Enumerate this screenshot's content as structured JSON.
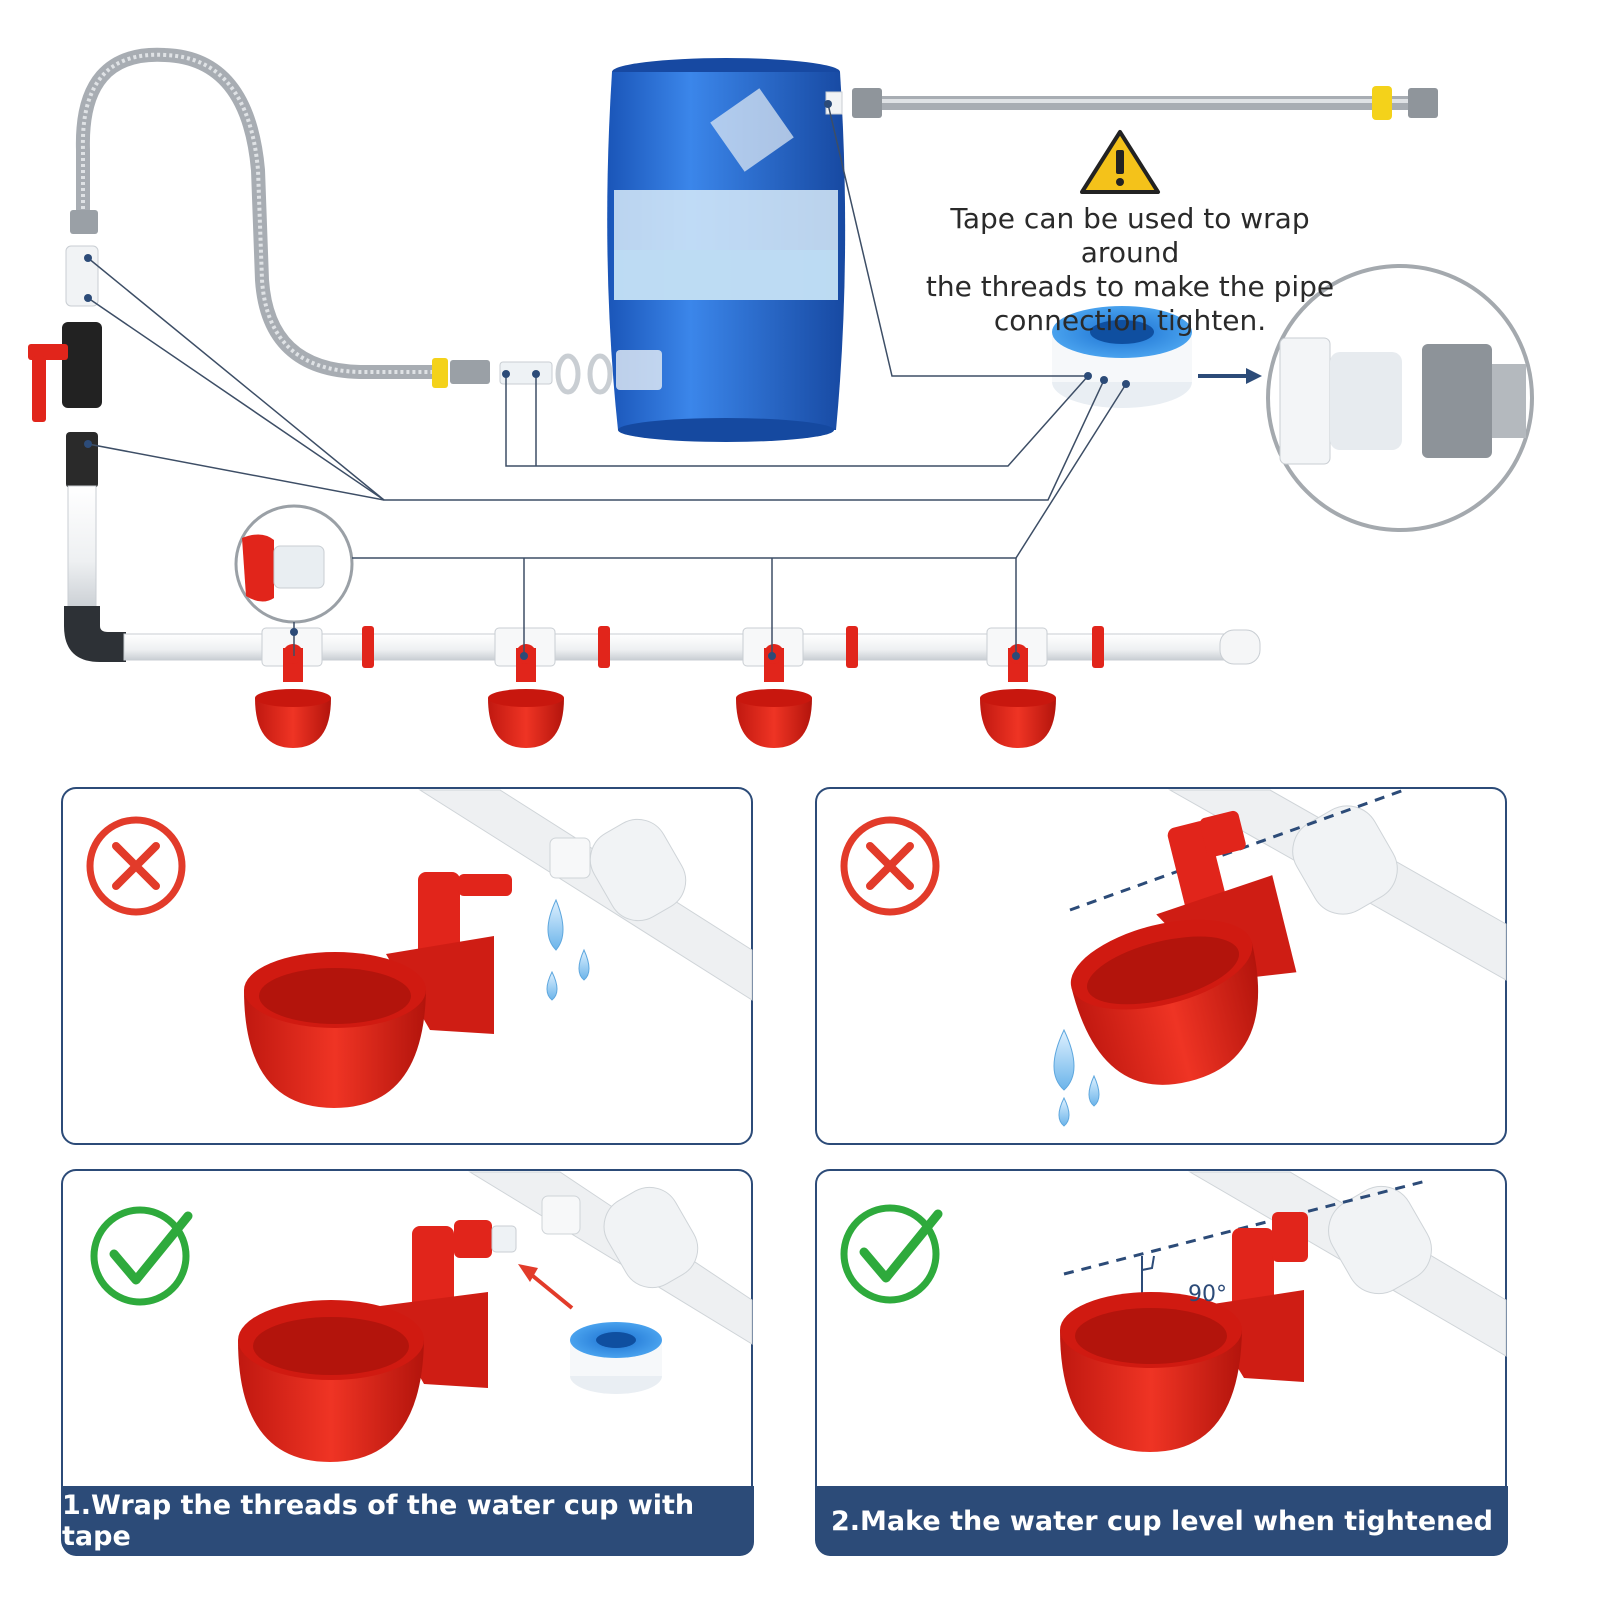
{
  "note": {
    "warning_icon": "warning-triangle-icon",
    "text_lines": [
      "Tape can be used to wrap around",
      "the threads to make the pipe",
      "connection tighten."
    ]
  },
  "panels": {
    "wrong_icon": "cross-circle-icon",
    "right_icon": "check-circle-icon",
    "angle_label": "90°"
  },
  "captions": {
    "left": "1.Wrap the threads of the water cup with tape",
    "right": "2.Make the water cup level when tightened"
  },
  "colors": {
    "accent_navy": "#2c4b78",
    "cup_red": "#e1251b",
    "barrel_blue": "#1f5fc4",
    "wrong_red": "#e23b2a",
    "right_green": "#2eaa3c",
    "tape_blue": "#2a84d8",
    "warning_yellow": "#f4c21a"
  }
}
